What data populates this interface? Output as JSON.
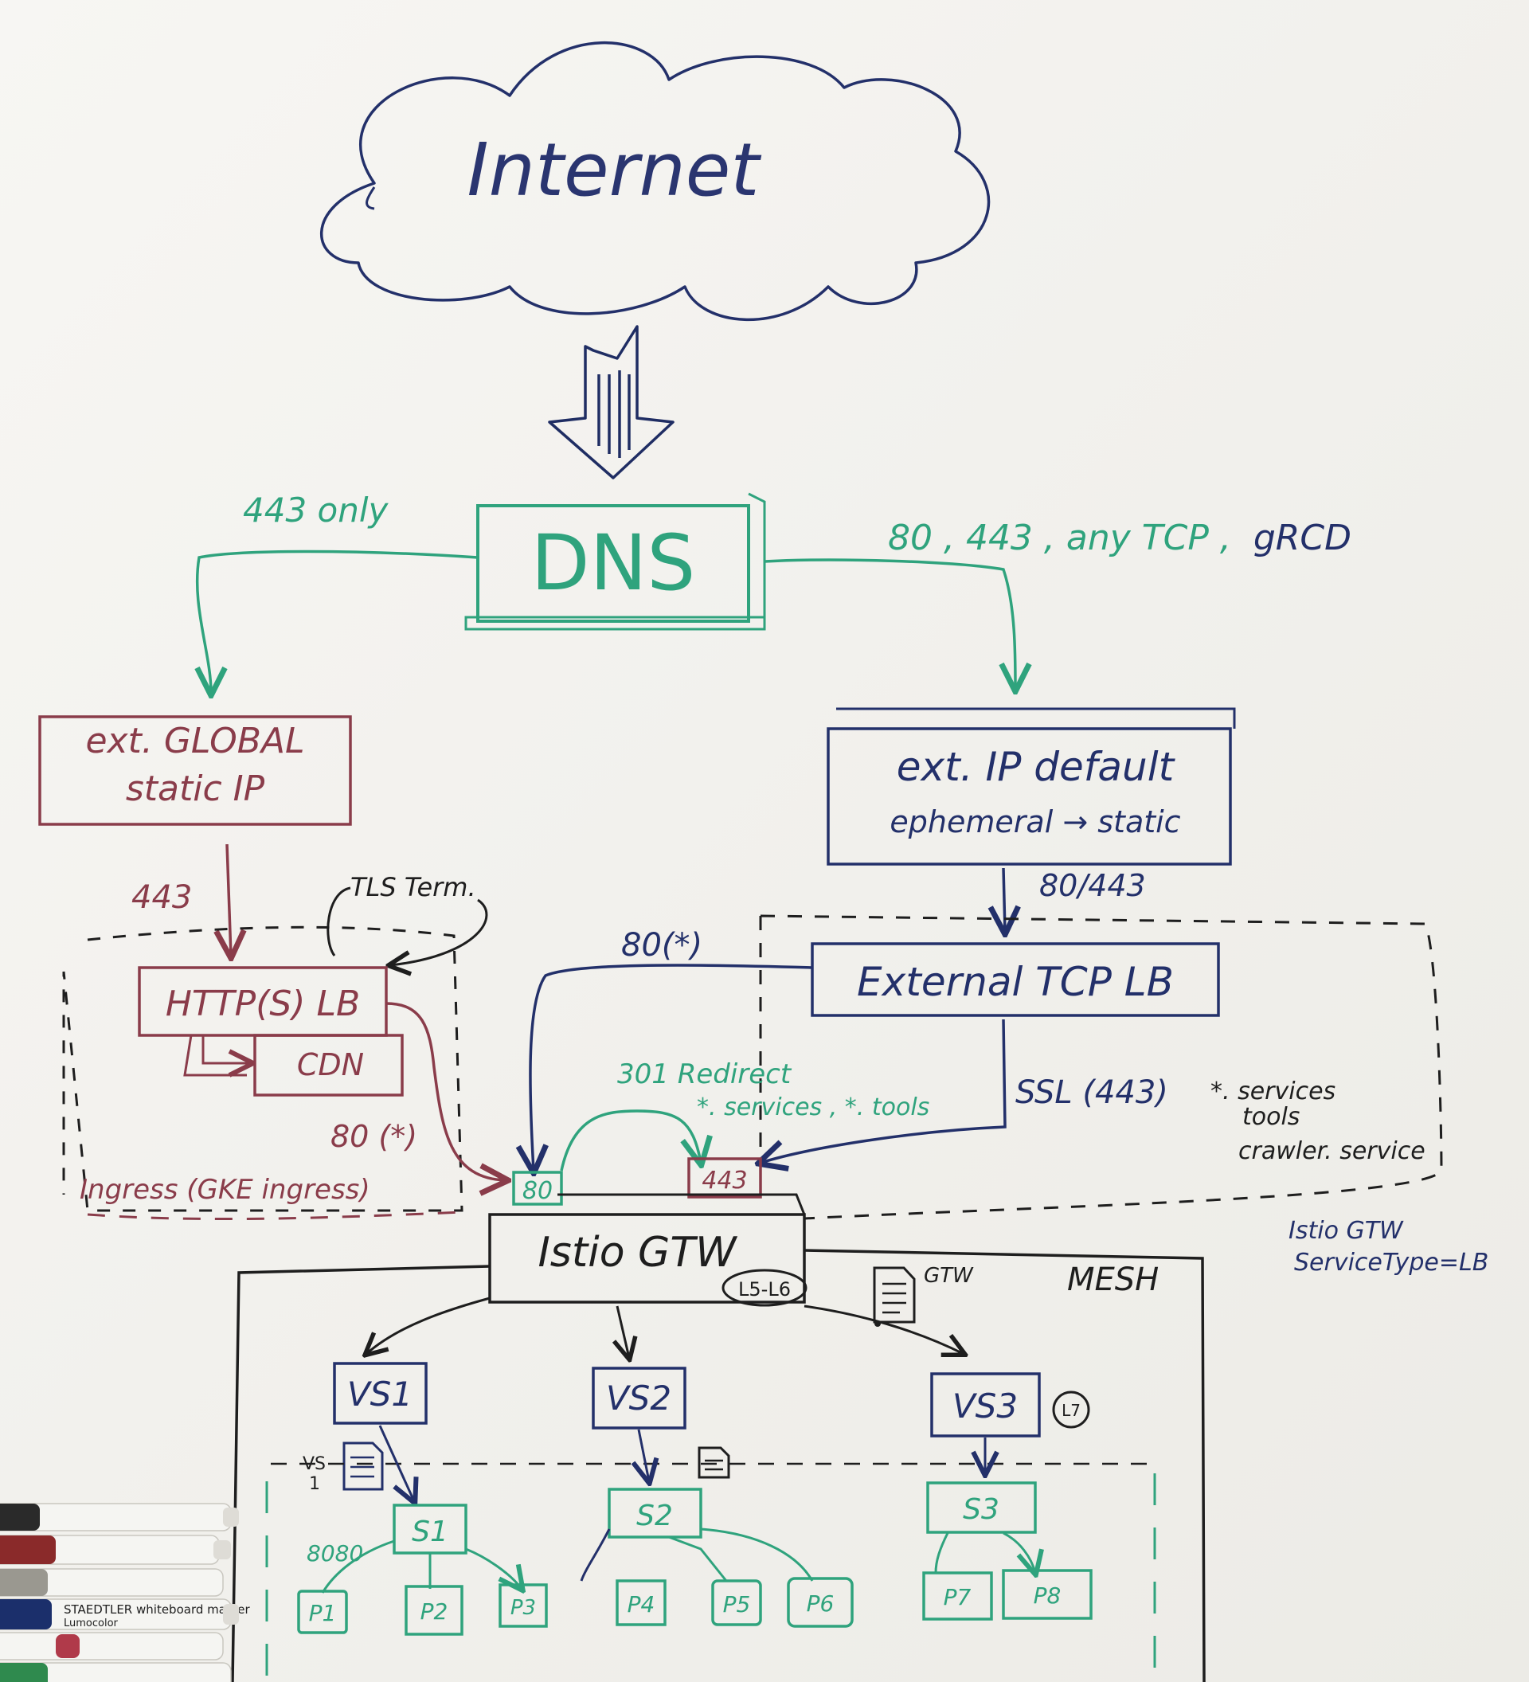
{
  "colors": {
    "board": "#f3f2ef",
    "navy": "#23306a",
    "green": "#2fa37d",
    "maroon": "#8a3c4a",
    "black": "#1e1e1e"
  },
  "cloud": {
    "label": "Internet"
  },
  "dns": {
    "label": "DNS"
  },
  "edges": {
    "left_label": "443 only",
    "right_label_green": "80 , 443 , any TCP ,",
    "right_label_navy": "gRCD"
  },
  "left_branch": {
    "ip_line1": "ext. GLOBAL",
    "ip_line2": "static IP",
    "port_label": "443",
    "tls_label": "TLS Term.",
    "http_lb": "HTTP(S) LB",
    "cdn": "CDN",
    "port80_label": "80 (*)",
    "ingress_label": "Ingress (GKE ingress)"
  },
  "right_branch": {
    "ip_line1": "ext. IP default",
    "ip_line2": "ephemeral → static",
    "port_label": "80/443",
    "tcp_lb": "External TCP LB",
    "port80_label": "80(*)",
    "ssl_label": "SSL (443)",
    "hosts": [
      "*. services",
      "tools",
      "crawler. service"
    ]
  },
  "redirect": {
    "label": "301 Redirect",
    "hosts": "*. services , *. tools"
  },
  "gateway": {
    "port80": "80",
    "port443": "443",
    "label": "Istio GTW",
    "layer_badge": "L5-L6",
    "service_note_line1": "Istio GTW",
    "service_note_line2": "ServiceType=LB",
    "doc_label": "GTW"
  },
  "mesh": {
    "label": "MESH",
    "virtual_services": [
      "VS1",
      "VS2",
      "VS3"
    ],
    "vs3_badge": "L7",
    "vs_doc_label_line1": "VS",
    "vs_doc_label_line2": "1",
    "services": [
      "S1",
      "S2",
      "S3"
    ],
    "port_label": "8080",
    "pods": [
      "P1",
      "P2",
      "P3",
      "P4",
      "P5",
      "P6",
      "P7",
      "P8"
    ]
  },
  "markers": [
    {
      "brand": "",
      "color": "#2a2a2a"
    },
    {
      "brand": "",
      "color": "#8a2a2a"
    },
    {
      "brand": "",
      "color": "#c8c3b8"
    },
    {
      "brand": "STAEDTLER whiteboard marker",
      "sub": "Lumocolor",
      "color": "#1b2f6b"
    },
    {
      "brand": "",
      "color": "#b03a4a"
    },
    {
      "brand": "",
      "color": "#2f8a4e"
    }
  ]
}
